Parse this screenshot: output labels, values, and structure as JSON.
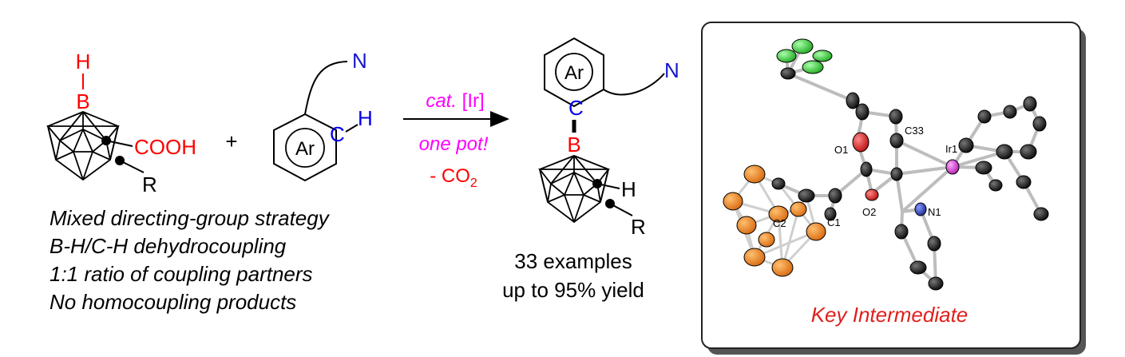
{
  "reactant1": {
    "h_label": "H",
    "b_label": "B",
    "acid_label": "COOH",
    "r_label": "R"
  },
  "plus": "+",
  "reactant2": {
    "n_label": "N",
    "c_label": "C",
    "h_label": "H",
    "ar_label": "Ar"
  },
  "conditions": {
    "catalyst_italic": "cat.",
    "catalyst_rest": "[Ir]",
    "one_pot": "one pot!",
    "byproduct": "- CO",
    "byproduct_sub": "2"
  },
  "product": {
    "ar_label": "Ar",
    "c_label": "C",
    "n_label": "N",
    "b_label": "B",
    "h_label": "H",
    "r_label": "R"
  },
  "features": [
    "Mixed directing-group strategy",
    "B-H/C-H dehydrocoupling",
    "1:1 ratio of coupling partners",
    "No homocoupling products"
  ],
  "scope": {
    "line1": "33 examples",
    "line2": "up to 95% yield"
  },
  "crystal": {
    "caption": "Key Intermediate",
    "atom_labels": {
      "c33": "C33",
      "ir1": "Ir1",
      "o1": "O1",
      "o2": "O2",
      "n1": "N1",
      "c1": "C1",
      "c2": "C2"
    }
  },
  "colors": {
    "boron": "#ff0000",
    "carbon_label": "#0000ee",
    "nitrogen": "#1515cc",
    "hydrogen_react": "#ff0000",
    "conditions": "#ff00ff",
    "byproduct": "#ff0000",
    "caption": "#e0201c",
    "iridium": "#cc33cc",
    "oxygen": "#dd2222",
    "fluorine": "#33cc33",
    "boron_atom": "#f08a20",
    "carbon_atom": "#111111",
    "nitrogen_atom": "#1a3aa0"
  }
}
